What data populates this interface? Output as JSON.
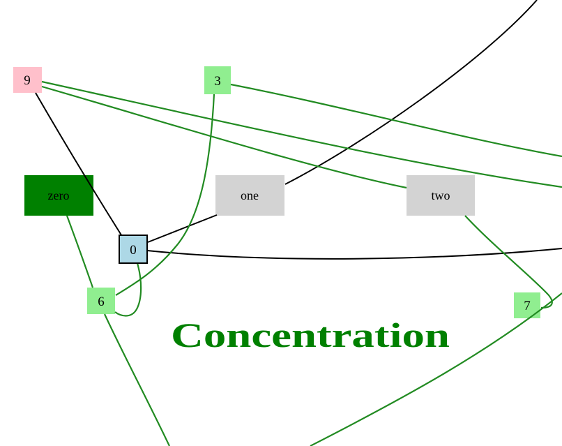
{
  "graph_title": {
    "text": "Concentration",
    "color": "#008000"
  },
  "palette": {
    "edge_green": "#228B22",
    "edge_black": "#000000",
    "background": "#ffffff"
  },
  "nodes": {
    "n9": {
      "label": "9",
      "fill": "#ffc0cb",
      "text_color": "#000000"
    },
    "n3": {
      "label": "3",
      "fill": "#90ee90",
      "text_color": "#000000"
    },
    "zero": {
      "label": "zero",
      "fill": "#008000",
      "text_color": "#000000"
    },
    "one": {
      "label": "one",
      "fill": "#d3d3d3",
      "text_color": "#000000"
    },
    "two": {
      "label": "two",
      "fill": "#d3d3d3",
      "text_color": "#000000"
    },
    "n0": {
      "label": "0",
      "fill": "#add8e6",
      "border": "#000000",
      "text_color": "#000000"
    },
    "n6": {
      "label": "6",
      "fill": "#90ee90",
      "text_color": "#000000"
    },
    "n7": {
      "label": "7",
      "fill": "#90ee90",
      "text_color": "#000000"
    }
  },
  "edges": [
    {
      "from": "9",
      "to": "0",
      "color": "black"
    },
    {
      "from": "one",
      "to": "0",
      "color": "black"
    },
    {
      "from": "offscreen-top",
      "to": "one",
      "color": "black"
    },
    {
      "from": "0",
      "to": "offscreen-right",
      "color": "black"
    },
    {
      "from": "9",
      "to": "offscreen-right",
      "color": "green"
    },
    {
      "from": "9",
      "to": "two",
      "color": "green"
    },
    {
      "from": "3",
      "to": "offscreen-right",
      "color": "green"
    },
    {
      "from": "3",
      "to": "6",
      "color": "green"
    },
    {
      "from": "zero",
      "to": "6",
      "color": "green"
    },
    {
      "from": "0",
      "to": "6",
      "color": "green"
    },
    {
      "from": "6",
      "to": "offscreen-bottom",
      "color": "green"
    },
    {
      "from": "two",
      "to": "7",
      "color": "green"
    },
    {
      "from": "offscreen-bottom",
      "to": "7",
      "color": "green"
    }
  ]
}
